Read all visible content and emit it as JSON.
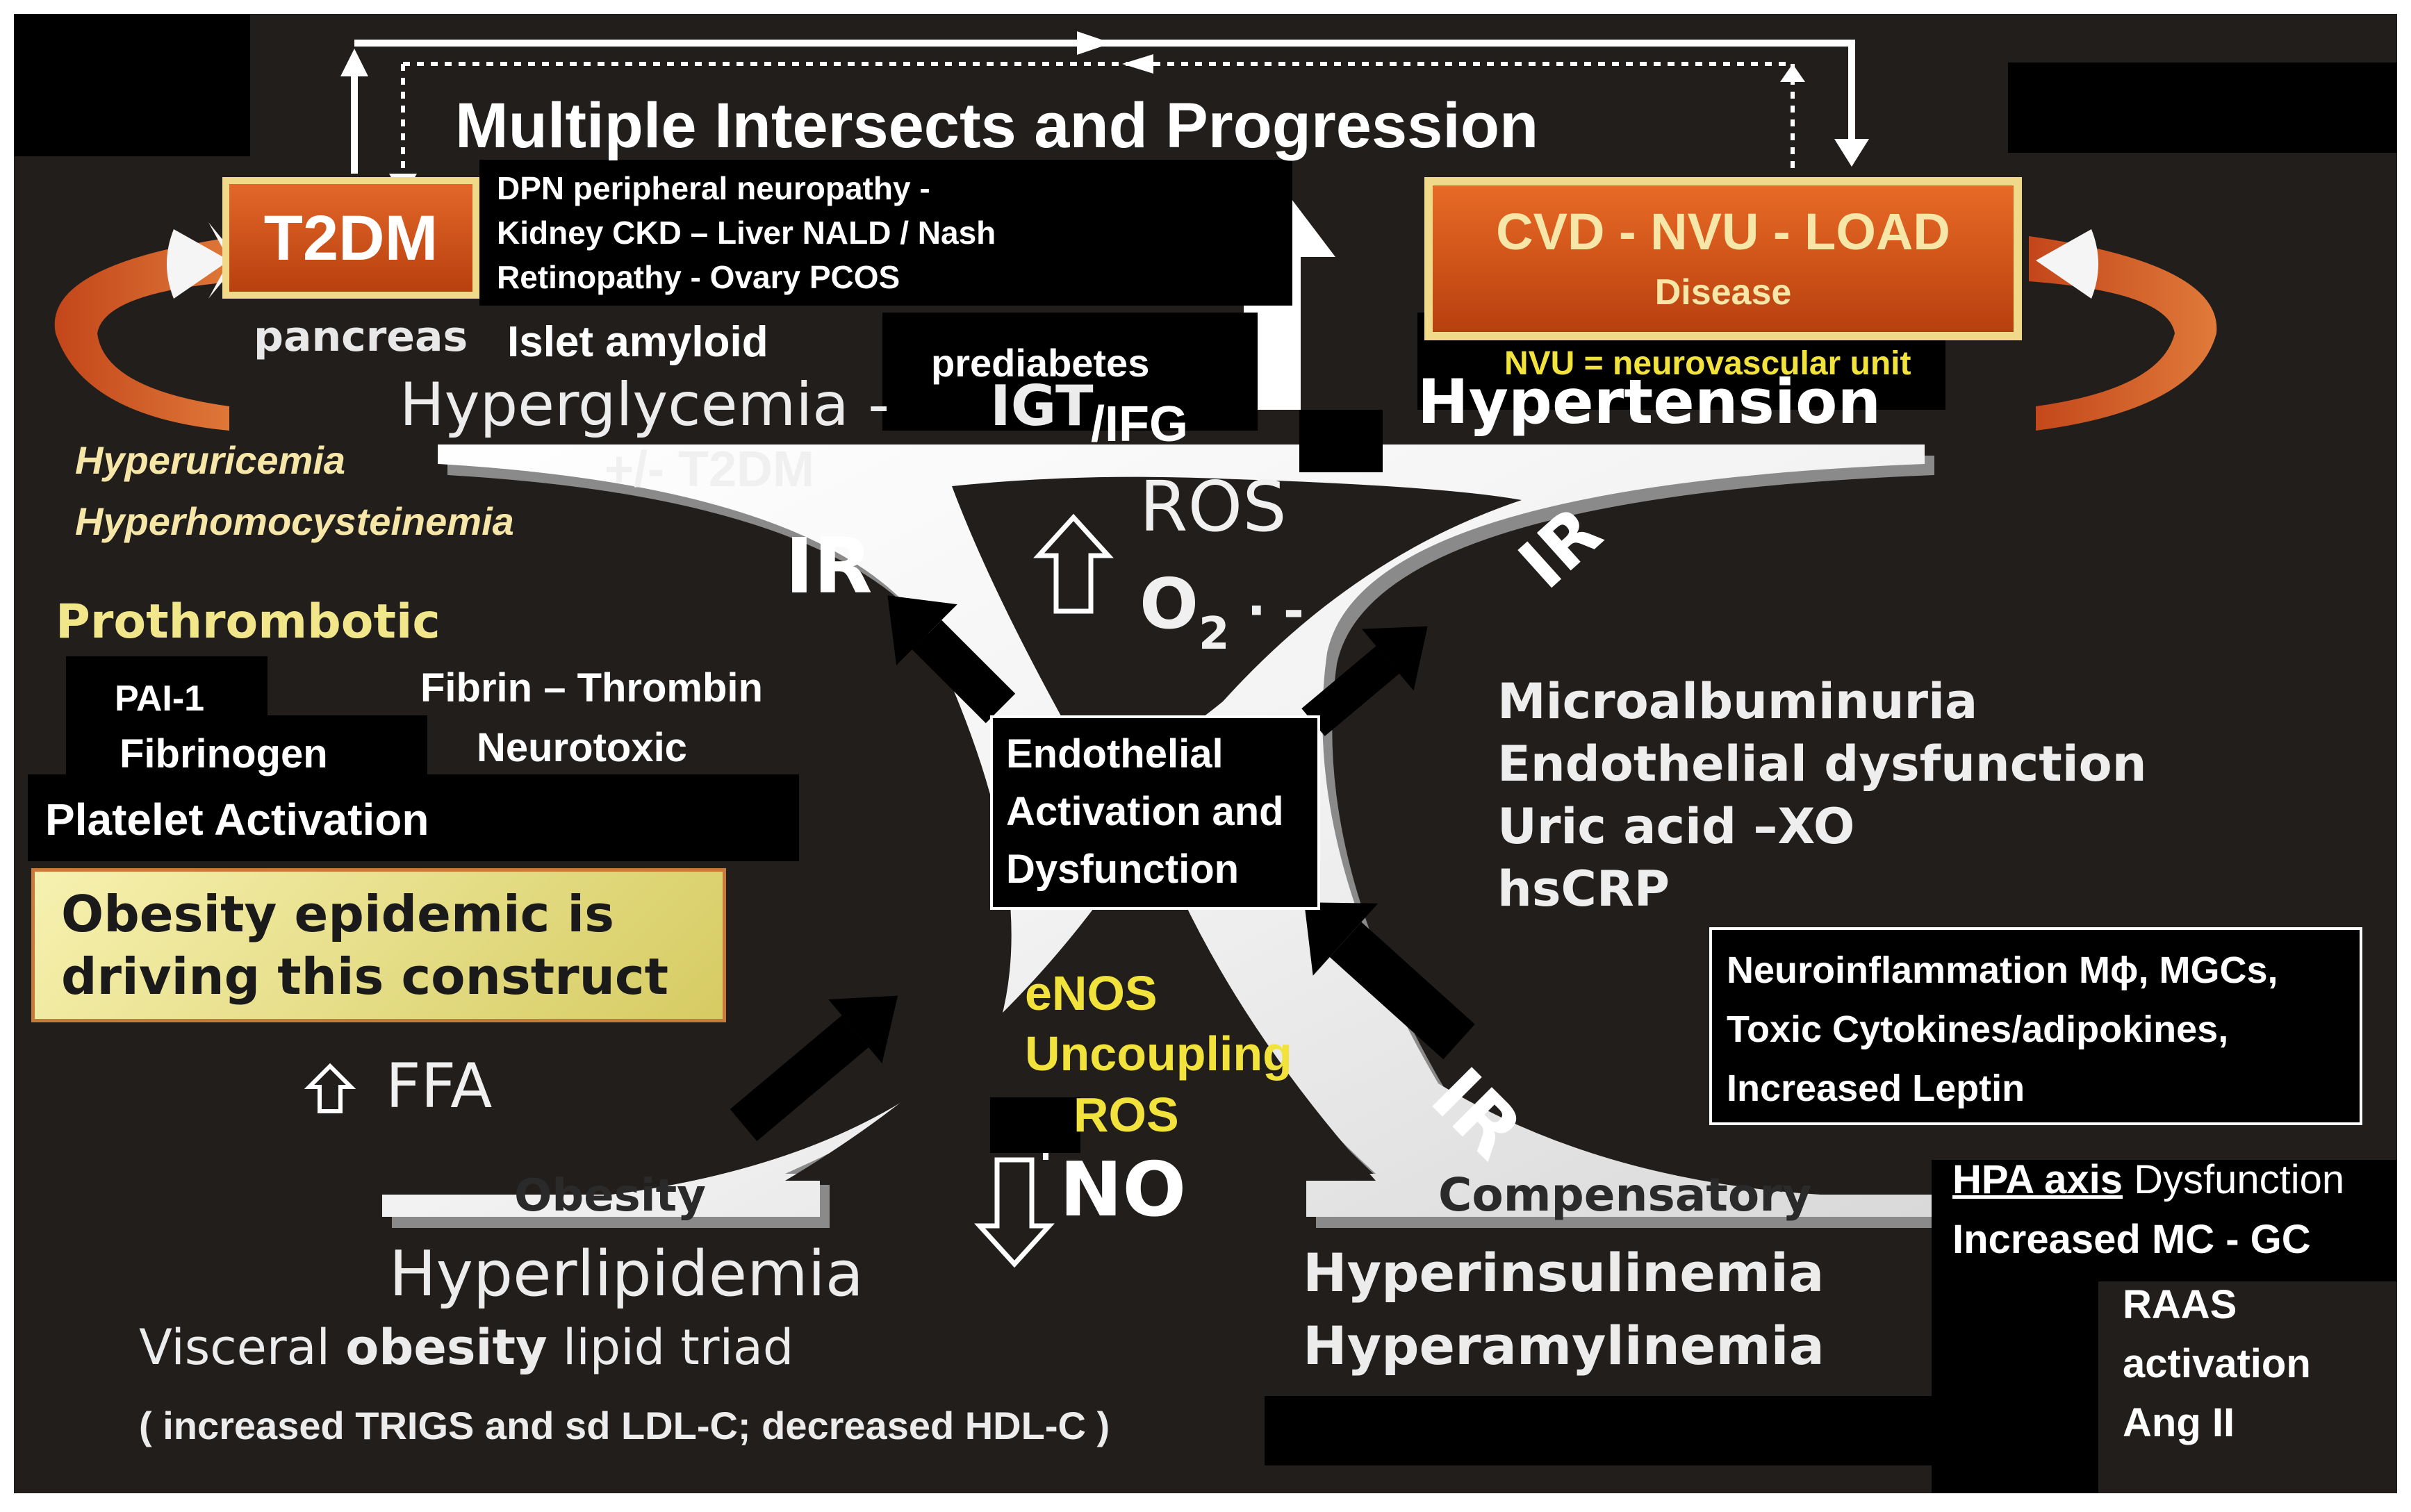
{
  "title": "Multiple Intersects and Progression",
  "t2dm": {
    "label": "T2DM",
    "complications": [
      "DPN  peripheral neuropathy -",
      "Kidney CKD – Liver NALD / Nash",
      "Retinopathy - Ovary PCOS"
    ],
    "pancreas": "pancreas",
    "islet": "Islet amyloid"
  },
  "cvd": {
    "label": "CVD - NVU - LOAD",
    "sub": "Disease",
    "note": "NVU = neurovascular unit"
  },
  "top_left": {
    "hyperglycemia": "Hyperglycemia - ",
    "igt": "IGT",
    "ifg": "/IFG",
    "prediabetes": "prediabetes",
    "t2dm_pm": "+/- T2DM",
    "hyperuricemia": "Hyperuricemia",
    "hyperhomocysteinemia": "Hyperhomocysteinemia"
  },
  "hypertension": "Hypertension",
  "ros_center": {
    "arrow": "⇧",
    "ros": "ROS",
    "o2": "O",
    "sub": "2",
    "dots": " · -"
  },
  "ir_labels": [
    "IR",
    "IR",
    "IR"
  ],
  "prothrombotic": {
    "title": "Prothrombotic",
    "pai": "PAI-1",
    "fibrinogen": "Fibrinogen",
    "platelet": "Platelet Activation",
    "fibrin": "Fibrin – Thrombin",
    "neurotoxic": "Neurotoxic"
  },
  "obesity_box": [
    "Obesity epidemic is",
    "driving this construct"
  ],
  "ffa": "FFA",
  "center_box": [
    "Endothelial",
    "Activation and",
    "Dysfunction"
  ],
  "right_list": [
    "Microalbuminuria",
    "Endothelial dysfunction",
    "Uric acid  –XO",
    "hsCRP"
  ],
  "neuro_box": [
    "Neuroinflammation Mϕ, MGCs,",
    "Toxic Cytokines/adipokines,",
    "Increased Leptin"
  ],
  "enos": {
    "line1": "eNOS",
    "line2": "Uncoupling",
    "ros": "ROS",
    "no": "NO"
  },
  "bottom_left": {
    "obesity": "Obesity",
    "hyperlipidemia": "Hyperlipidemia",
    "visceral_pre": "Visceral ",
    "visceral_bold": "obesity",
    "visceral_post": " lipid triad",
    "triad_detail": "( increased TRIGS and sd LDL-C;  decreased HDL-C )"
  },
  "bottom_right": {
    "compensatory": "Compensatory",
    "hyperinsulinemia": "Hyperinsulinemia",
    "hyperamylinemia": "Hyperamylinemia",
    "hpa": "HPA axis",
    "dysfunction": " Dysfunction",
    "mc": "Increased MC -  GC",
    "raas": [
      "RAAS",
      "activation",
      "Ang II"
    ]
  },
  "colors": {
    "background": "#221e1c",
    "orange_box": "#d2551a",
    "yellow_text": "#f2e23c",
    "cream_text": "#f6e6a8",
    "obesity_box": "#efe99a"
  }
}
